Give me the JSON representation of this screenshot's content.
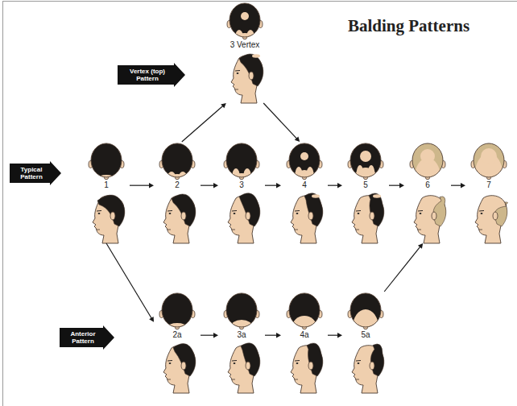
{
  "diagram": {
    "title": "Balding Patterns",
    "nodes": [
      {
        "text": [
          "Vertex (top) Pattern"
        ]
      },
      {
        "text": [
          "3 Vertex"
        ]
      },
      {
        "text": [
          "Typical Pattern"
        ]
      },
      {
        "text": [
          "1"
        ]
      },
      {
        "text": [
          "2"
        ]
      },
      {
        "text": [
          "3"
        ]
      },
      {
        "text": [
          "4"
        ]
      },
      {
        "text": [
          "5"
        ]
      },
      {
        "text": [
          "6"
        ]
      },
      {
        "text": [
          "7"
        ]
      },
      {
        "text": [
          "Anterior Pattern"
        ]
      },
      {
        "text": [
          "2a"
        ]
      },
      {
        "text": [
          "3a"
        ]
      },
      {
        "text": [
          "4a"
        ]
      },
      {
        "text": [
          "5a"
        ]
      }
    ],
    "edges": [
      {
        "from": 4,
        "to": 1,
        "arrow": "to"
      },
      {
        "from": 1,
        "to": 6,
        "arrow": "to"
      },
      {
        "from": 3,
        "to": 4,
        "arrow": "to"
      },
      {
        "from": 4,
        "to": 5,
        "arrow": "to"
      },
      {
        "from": 5,
        "to": 6,
        "arrow": "to"
      },
      {
        "from": 6,
        "to": 7,
        "arrow": "to"
      },
      {
        "from": 7,
        "to": 8,
        "arrow": "to"
      },
      {
        "from": 8,
        "to": 9,
        "arrow": "to"
      },
      {
        "from": 3,
        "to": 11,
        "arrow": "to"
      },
      {
        "from": 11,
        "to": 12,
        "arrow": "to"
      },
      {
        "from": 12,
        "to": 13,
        "arrow": "to"
      },
      {
        "from": 13,
        "to": 14,
        "arrow": "to"
      },
      {
        "from": 14,
        "to": 8,
        "arrow": "to"
      }
    ]
  }
}
